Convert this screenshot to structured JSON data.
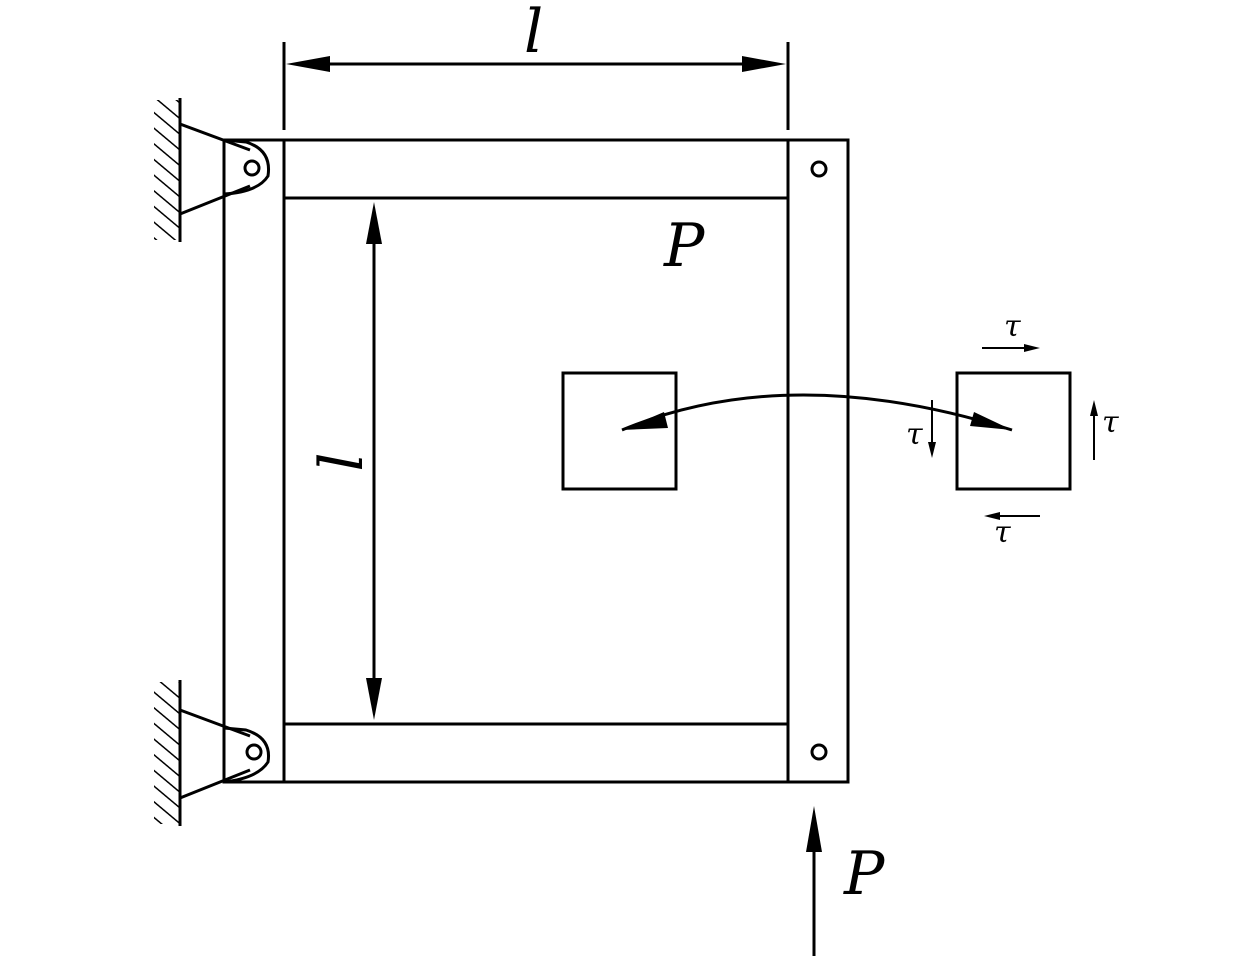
{
  "labels": {
    "dim_horizontal": "l",
    "dim_vertical": "l",
    "load_inner": "P",
    "load_bottom": "P",
    "tau_top": "τ",
    "tau_bottom": "τ",
    "tau_left": "τ",
    "tau_right": "τ"
  }
}
